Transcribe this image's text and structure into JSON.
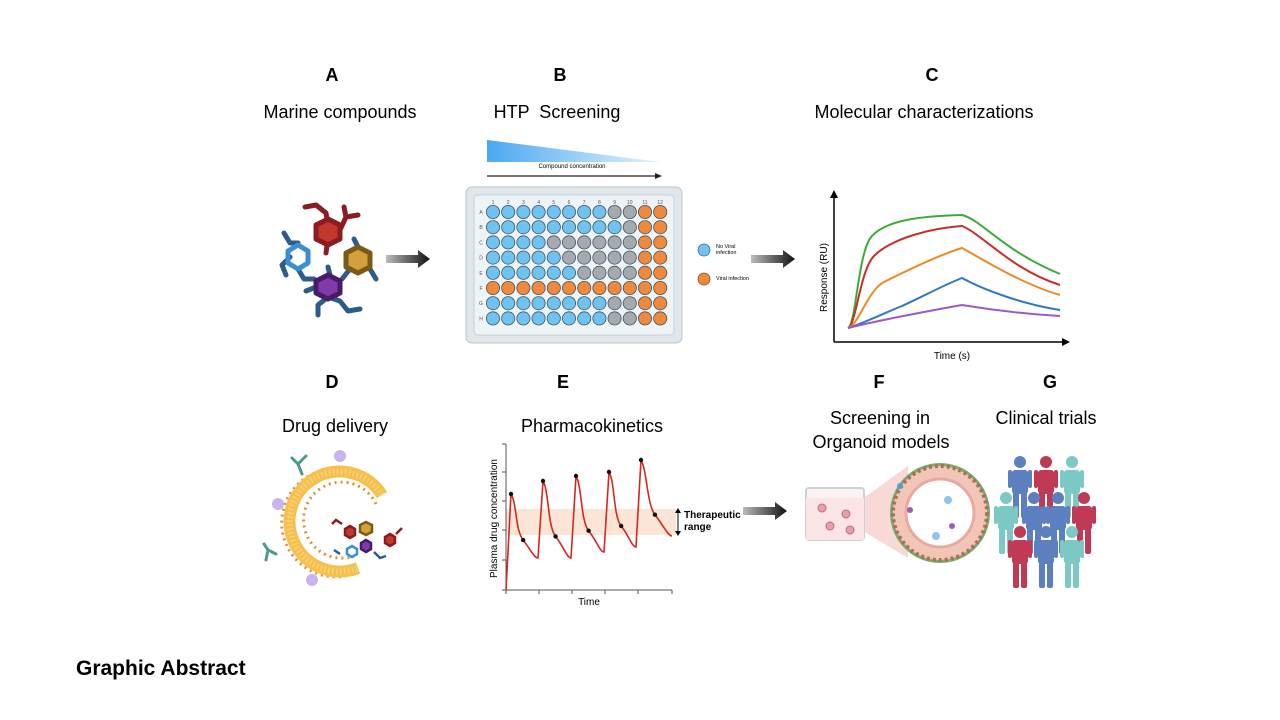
{
  "panels": [
    {
      "letter": "A",
      "title": "Marine compounds"
    },
    {
      "letter": "B",
      "title": "HTP  Screening"
    },
    {
      "letter": "C",
      "title": "Molecular characterizations"
    },
    {
      "letter": "D",
      "title": "Drug delivery"
    },
    {
      "letter": "E",
      "title": "Pharmacokinetics"
    },
    {
      "letter": "F",
      "title_line1": "Screening in",
      "title_line2": "Organoid models"
    },
    {
      "letter": "G",
      "title": "Clinical trials"
    }
  ],
  "plate": {
    "concentration_label": "Compound concentration",
    "columns": [
      "1",
      "2",
      "3",
      "4",
      "5",
      "6",
      "7",
      "8",
      "9",
      "10",
      "11",
      "12"
    ],
    "rows": [
      "A",
      "B",
      "C",
      "D",
      "E",
      "F",
      "G",
      "H"
    ],
    "legend": [
      {
        "label_line1": "No Viral",
        "label_line2": "infection",
        "color": "#6ec3f0"
      },
      {
        "label": "Viral infection",
        "color": "#ef8a3c"
      }
    ],
    "colors": {
      "no_infection": "#6ec3f0",
      "partial": "#a6aaaf",
      "infection": "#ef8a3c"
    }
  },
  "binding_chart": {
    "ylabel": "Response (RU)",
    "xlabel": "Time (s)",
    "series_colors": [
      "#3dab3a",
      "#c62f2a",
      "#ee8a25",
      "#2f79be",
      "#9d59c8"
    ]
  },
  "pk_chart": {
    "ylabel": "Plasma drug concentration",
    "xlabel": "Time",
    "range_label_line1": "Therapeutic",
    "range_label_line2": "range",
    "curve_color": "#d4281f"
  },
  "footer": "Graphic Abstract"
}
